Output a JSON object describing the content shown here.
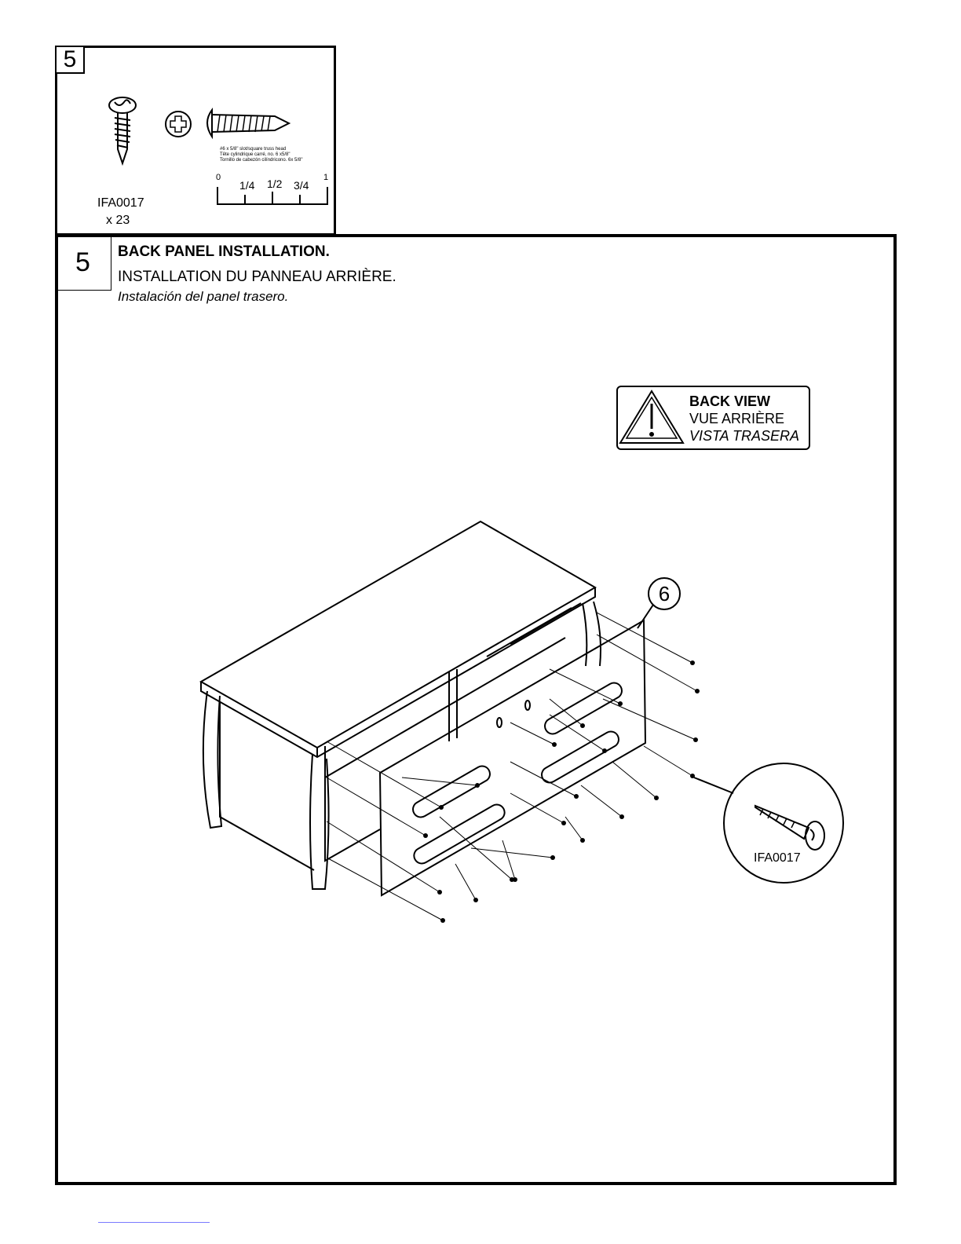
{
  "parts_panel": {
    "step_number": "5",
    "part_code": "IFA0017",
    "quantity": "x 23",
    "screw_description": [
      "#6 x 5/8\" slot/square truss head",
      "Tête cylindrique carré, no. 6 x5/8\"",
      "Tornillo de cabezón cilíndricono. 6x 5/8\""
    ],
    "ruler_labels": [
      "0",
      "1/4",
      "1/2",
      "3/4",
      "1"
    ]
  },
  "step": {
    "number": "5",
    "title_en": "BACK PANEL INSTALLATION.",
    "title_fr": "INSTALLATION DU PANNEAU ARRIÈRE.",
    "title_es": "Instalación del panel trasero."
  },
  "warning": {
    "line_en": "BACK VIEW",
    "line_fr": "VUE ARRIÈRE",
    "line_es": "VISTA TRASERA",
    "icon": "warning-triangle-icon"
  },
  "diagram": {
    "panel_callout": "6",
    "screw_callout": "IFA0017"
  }
}
